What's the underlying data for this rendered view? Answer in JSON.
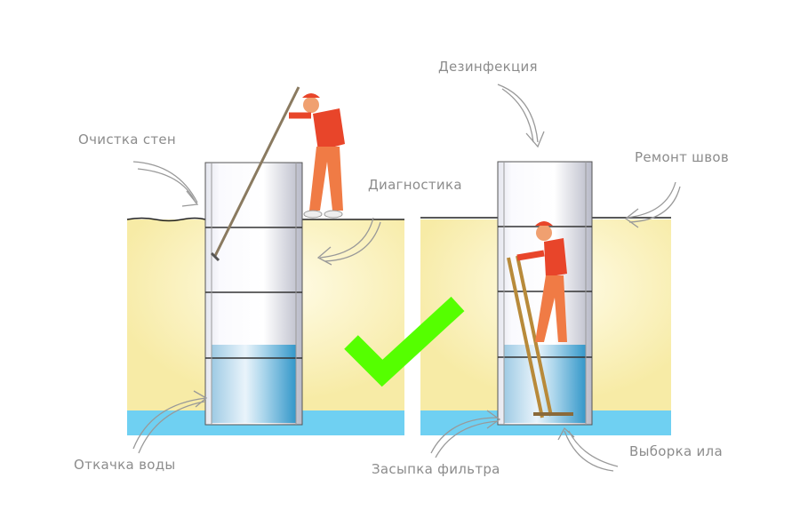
{
  "labels": {
    "wall_cleaning": "Очистка стен",
    "disinfection": "Дезинфекция",
    "seam_repair": "Ремонт швов",
    "diagnostics": "Диагностика",
    "water_pumping": "Откачка воды",
    "filter_backfill": "Засыпка фильтра",
    "silt_removal": "Выборка ила"
  },
  "colors": {
    "soil": "#fbf3bf",
    "water": "#6fd0f2",
    "check": "#55ff00",
    "worker": "#e8452a",
    "label": "#8c8c8c"
  }
}
